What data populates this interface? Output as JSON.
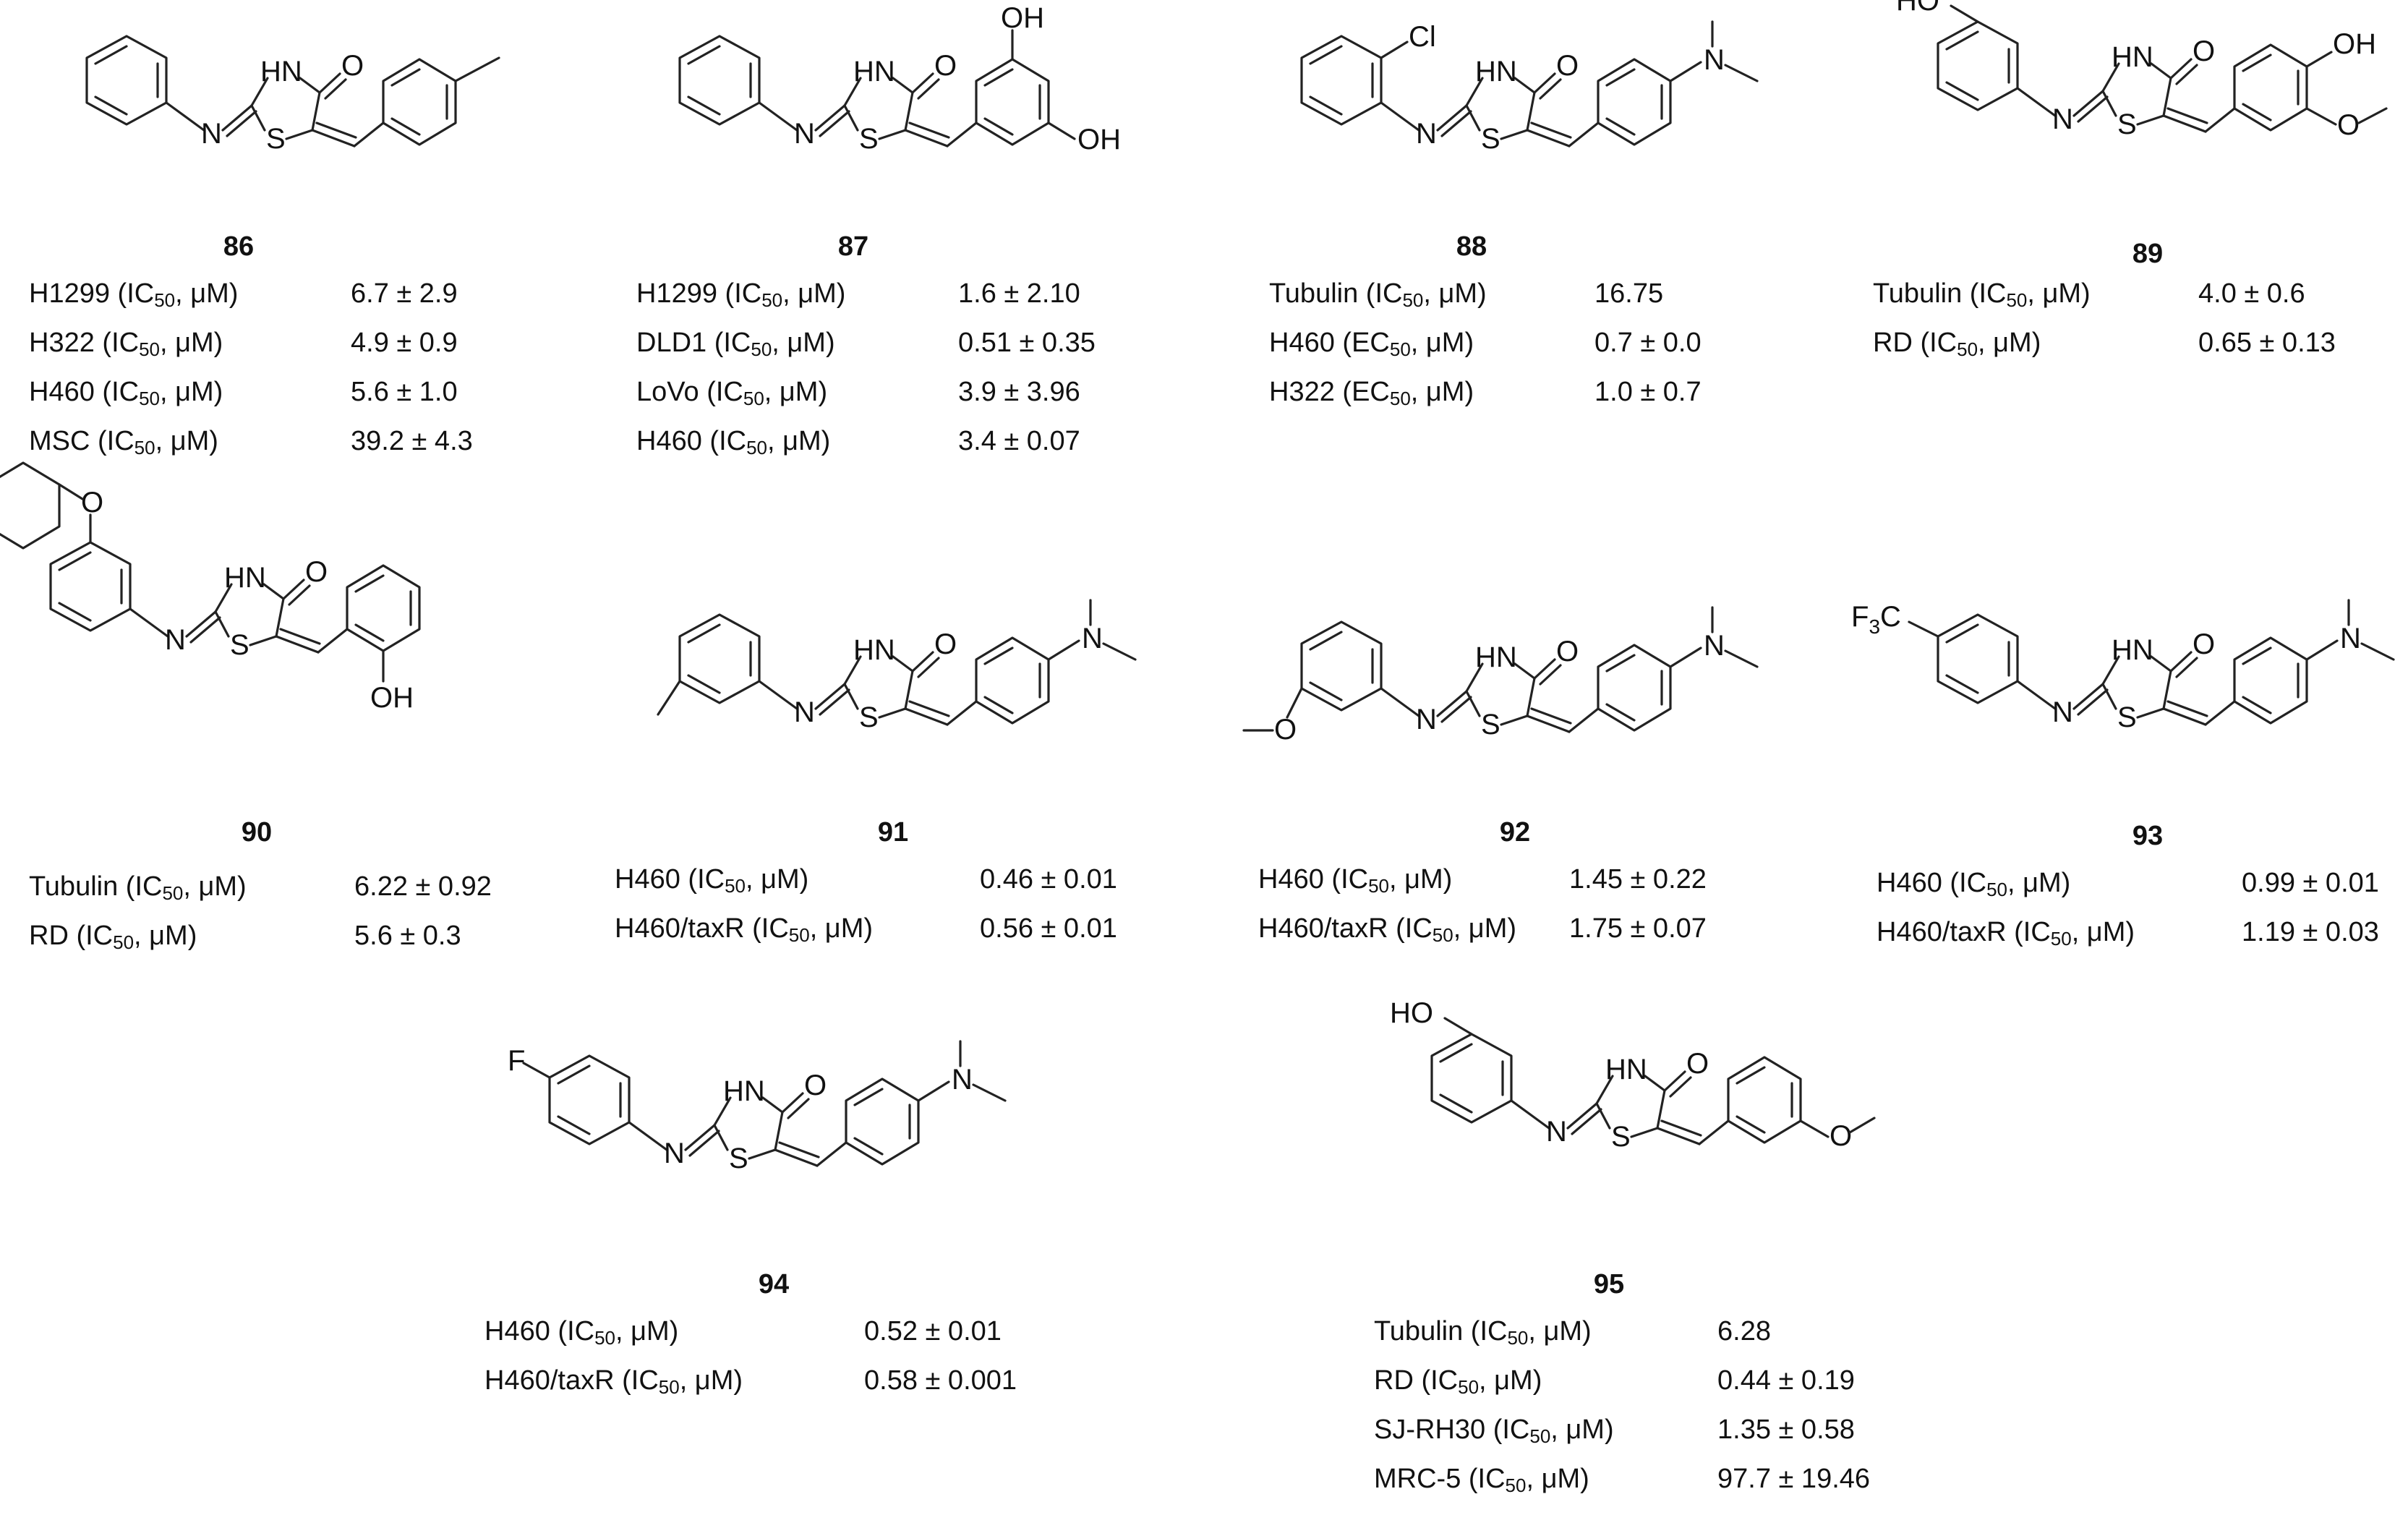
{
  "compounds": [
    {
      "id": "86",
      "rows": [
        {
          "assay": "H1299",
          "metric": "IC",
          "sub": "50",
          "unit": ", μM)",
          "value": "6.7 ± 2.9"
        },
        {
          "assay": "H322",
          "metric": "IC",
          "sub": "50",
          "unit": ", μM)",
          "value": "4.9 ± 0.9"
        },
        {
          "assay": "H460",
          "metric": "IC",
          "sub": "50",
          "unit": ", μM)",
          "value": "5.6 ± 1.0"
        },
        {
          "assay": "MSC",
          "metric": "IC",
          "sub": "50",
          "unit": ", μM)",
          "value": "39.2 ± 4.3"
        }
      ]
    },
    {
      "id": "87",
      "rows": [
        {
          "assay": "H1299",
          "metric": "IC",
          "sub": "50",
          "unit": ", μM)",
          "value": "1.6 ± 2.10"
        },
        {
          "assay": "DLD1",
          "metric": "IC",
          "sub": "50",
          "unit": ", μM)",
          "value": "0.51 ± 0.35"
        },
        {
          "assay": "LoVo",
          "metric": "IC",
          "sub": "50",
          "unit": ", μM)",
          "value": "3.9 ± 3.96"
        },
        {
          "assay": "H460",
          "metric": "IC",
          "sub": "50",
          "unit": ", μM)",
          "value": "3.4 ± 0.07"
        }
      ]
    },
    {
      "id": "88",
      "rows": [
        {
          "assay": "Tubulin ",
          "metric": "IC",
          "sub": "50",
          "unit": ", μM)",
          "value": "16.75"
        },
        {
          "assay": "H460",
          "metric": "EC",
          "sub": "50",
          "unit": ", μM)",
          "value": "0.7 ± 0.0"
        },
        {
          "assay": "H322",
          "metric": "EC",
          "sub": "50",
          "unit": ", μM)",
          "value": "1.0 ± 0.7"
        }
      ]
    },
    {
      "id": "89",
      "rows": [
        {
          "assay": "Tubulin ",
          "metric": "IC",
          "sub": "50",
          "unit": ", μM)",
          "value": "4.0 ± 0.6"
        },
        {
          "assay": "RD",
          "metric": "IC",
          "sub": "50",
          "unit": ", μM)",
          "value": "0.65 ± 0.13"
        }
      ]
    },
    {
      "id": "90",
      "rows": [
        {
          "assay": "Tubulin ",
          "metric": "IC",
          "sub": "50",
          "unit": ", μM)",
          "value": "6.22 ± 0.92"
        },
        {
          "assay": "RD",
          "metric": "IC",
          "sub": "50",
          "unit": ", μM)",
          "value": "5.6 ± 0.3"
        }
      ]
    },
    {
      "id": "91",
      "rows": [
        {
          "assay": "H460",
          "metric": "IC",
          "sub": "50",
          "unit": ", μM)",
          "value": "0.46 ± 0.01"
        },
        {
          "assay": "H460/taxR",
          "metric": "IC",
          "sub": "50",
          "unit": ", μM)",
          "value": "0.56 ± 0.01"
        }
      ]
    },
    {
      "id": "92",
      "rows": [
        {
          "assay": "H460",
          "metric": "IC",
          "sub": "50",
          "unit": ", μM)",
          "value": "1.45 ± 0.22"
        },
        {
          "assay": "H460/taxR",
          "metric": "IC",
          "sub": "50",
          "unit": ", μM)",
          "value": "1.75 ± 0.07"
        }
      ]
    },
    {
      "id": "93",
      "rows": [
        {
          "assay": "H460",
          "metric": "IC",
          "sub": "50",
          "unit": ", μM)",
          "value": "0.99 ± 0.01"
        },
        {
          "assay": "H460/taxR",
          "metric": "IC",
          "sub": "50",
          "unit": ", μM)",
          "value": "1.19 ± 0.03"
        }
      ]
    },
    {
      "id": "94",
      "rows": [
        {
          "assay": "H460",
          "metric": "IC",
          "sub": "50",
          "unit": ", μM)",
          "value": "0.52 ± 0.01"
        },
        {
          "assay": "H460/taxR",
          "metric": "IC",
          "sub": "50",
          "unit": ", μM)",
          "value": "0.58 ± 0.001"
        }
      ]
    },
    {
      "id": "95",
      "rows": [
        {
          "assay": "Tubulin ",
          "metric": "IC",
          "sub": "50",
          "unit": ", μM)",
          "value": "6.28"
        },
        {
          "assay": "RD",
          "metric": "IC",
          "sub": "50",
          "unit": ", μM)",
          "value": "0.44 ± 0.19"
        },
        {
          "assay": "SJ-RH30",
          "metric": "IC",
          "sub": "50",
          "unit": ", μM)",
          "value": "1.35 ± 0.58"
        },
        {
          "assay": "MRC-5",
          "metric": "IC",
          "sub": "50",
          "unit": ", μM)",
          "value": "97.7 ± 19.46"
        }
      ]
    }
  ],
  "atoms": {
    "hn": "HN",
    "o": "O",
    "s": "S",
    "n": "N",
    "oh": "OH",
    "ho": "HO",
    "cl": "Cl",
    "f": "F",
    "cf3": "F",
    "cf3_sub": "3",
    "cf3_c": "C"
  }
}
